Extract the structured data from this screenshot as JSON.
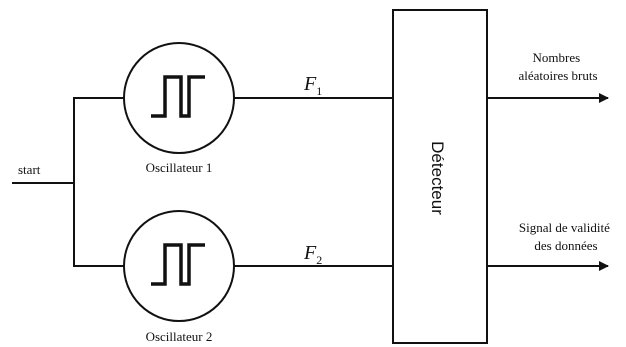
{
  "diagram": {
    "input_label": "start",
    "oscillators": [
      {
        "label": "Oscillateur 1",
        "signal_symbol": "F",
        "signal_sub": "1"
      },
      {
        "label": "Oscillateur 2",
        "signal_symbol": "F",
        "signal_sub": "2"
      }
    ],
    "detector_label": "Détecteur",
    "outputs": [
      {
        "line1": "Nombres",
        "line2": "aléatoires bruts"
      },
      {
        "line1": "Signal de validité",
        "line2": "des données"
      }
    ],
    "colors": {
      "stroke": "#111111",
      "background": "#ffffff"
    }
  }
}
